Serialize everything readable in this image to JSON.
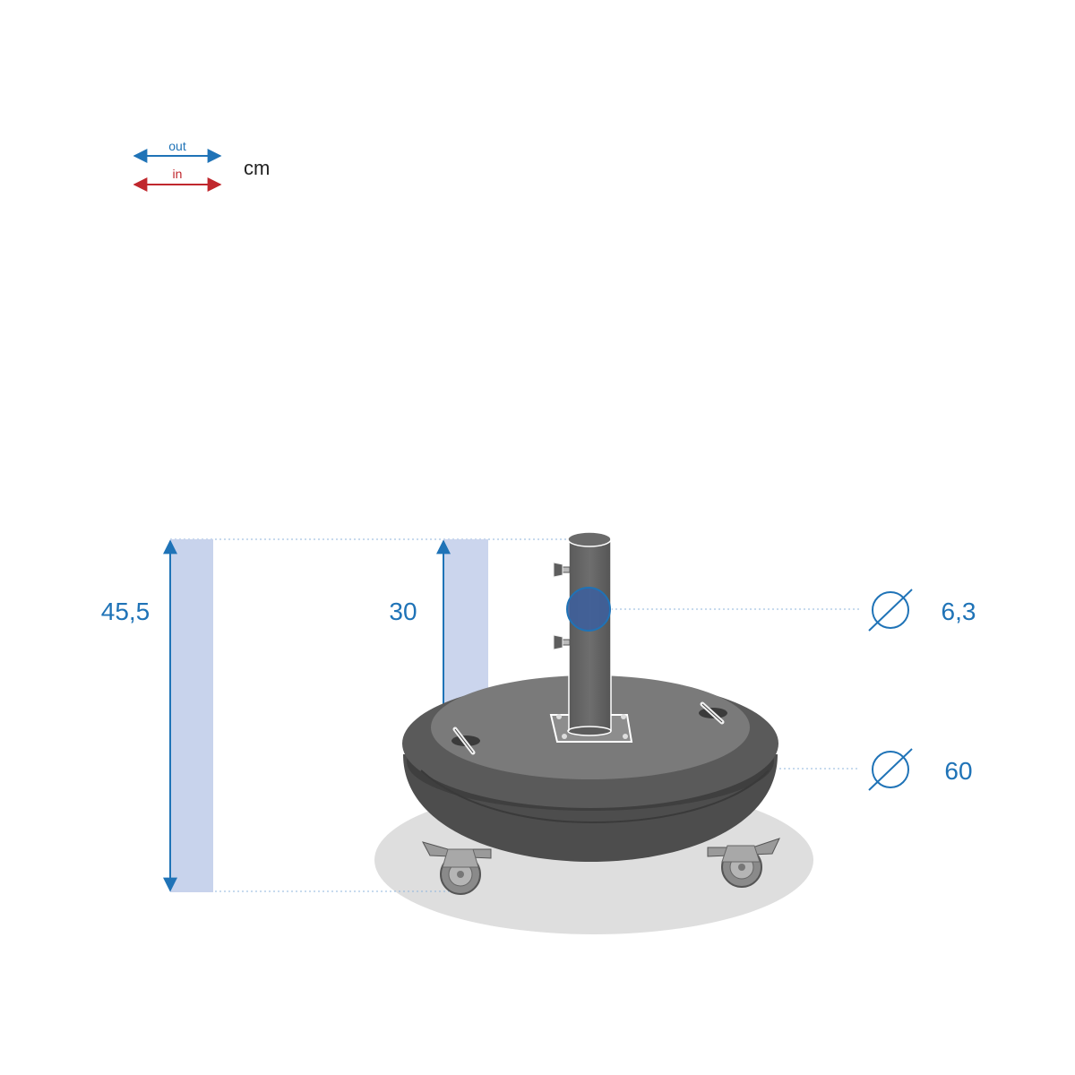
{
  "legend": {
    "out_label": "out",
    "in_label": "in",
    "unit": "cm"
  },
  "dimensions": {
    "total_height": "45,5",
    "tube_height": "30",
    "tube_diameter": "6,3",
    "base_diameter": "60"
  },
  "colors": {
    "out": "#1f73b7",
    "in": "#c0272d",
    "band": "#c8d3ec",
    "base_dark": "#4d4d4d",
    "base_top": "#7a7a7a",
    "shadow": "#dedede"
  }
}
